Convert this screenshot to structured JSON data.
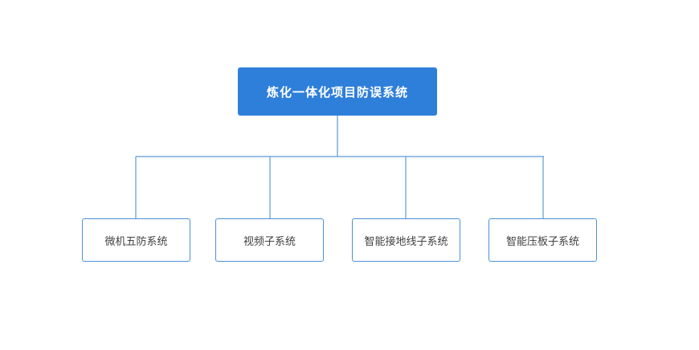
{
  "diagram": {
    "type": "org-tree",
    "root": {
      "label": "炼化一体化项目防误系统"
    },
    "children": [
      {
        "label": "微机五防系统"
      },
      {
        "label": "视频子系统"
      },
      {
        "label": "智能接地线子系统"
      },
      {
        "label": "智能压板子系统"
      }
    ],
    "colors": {
      "root_fill": "#2E7FD9",
      "root_text": "#FFFFFF",
      "node_border": "#4A90DA",
      "connector": "#5B9BD5",
      "node_text": "#404040",
      "background": "#FFFFFF"
    }
  }
}
